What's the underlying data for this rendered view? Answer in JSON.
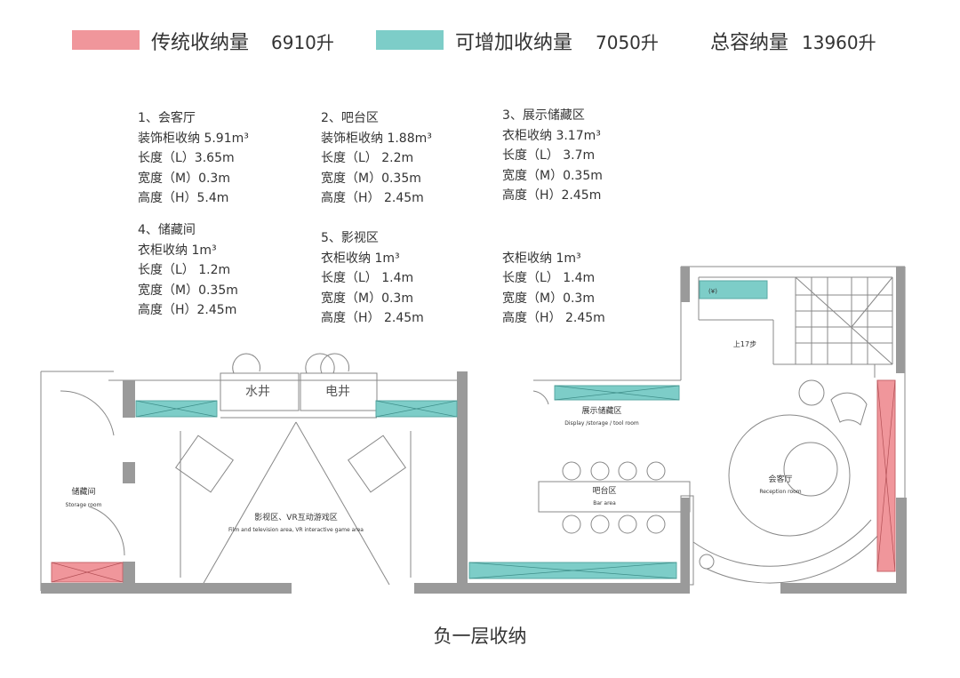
{
  "legend": {
    "traditional": {
      "label": "传统收纳量",
      "value": "6910升",
      "color": "#F0969B"
    },
    "addable": {
      "label": "可增加收纳量",
      "value": "7050升",
      "color": "#7DCDC8"
    },
    "total": {
      "label": "总容纳量",
      "value": "13960升"
    }
  },
  "specs": [
    {
      "title": "1、会客厅",
      "item": "装饰柜收纳 5.91m³",
      "length": "长度（L）3.65m",
      "width": "宽度（M）0.3m",
      "height": "高度（H）5.4m"
    },
    {
      "title": "2、吧台区",
      "item": "装饰柜收纳 1.88m³",
      "length": "长度（L） 2.2m",
      "width": "宽度（M）0.35m",
      "height": "高度（H） 2.45m"
    },
    {
      "title": "3、展示储藏区",
      "item": "衣柜收纳 3.17m³",
      "length": "长度（L） 3.7m",
      "width": "宽度（M）0.35m",
      "height": "高度（H）2.45m"
    },
    {
      "title": "4、储藏间",
      "item": "衣柜收纳 1m³",
      "length": "长度（L） 1.2m",
      "width": "宽度（M）0.35m",
      "height": "高度（H）2.45m"
    },
    {
      "title": "5、影视区",
      "item": "衣柜收纳 1m³",
      "length": "长度（L） 1.4m",
      "width": "宽度（M）0.3m",
      "height": "高度（H） 2.45m"
    },
    {
      "title": "",
      "item": "衣柜收纳 1m³",
      "length": "长度（L） 1.4m",
      "width": "宽度（M）0.3m",
      "height": "高度（H） 2.45m"
    }
  ],
  "plan": {
    "rooms": {
      "storage": {
        "cn": "储藏间",
        "en": "Storage room"
      },
      "film": {
        "cn": "影视区、VR互动游戏区",
        "en": "Film and television area, VR interactive game area"
      },
      "display": {
        "cn": "展示储藏区",
        "en": "Display /storage / tool room"
      },
      "bar": {
        "cn": "吧台区",
        "en": "Bar area"
      },
      "reception": {
        "cn": "会客厅",
        "en": "Reception room"
      }
    },
    "shafts": {
      "water": "水井",
      "electric": "电井"
    },
    "stairs": "上17步",
    "wine": "(¥)"
  },
  "caption": "负一层收纳"
}
